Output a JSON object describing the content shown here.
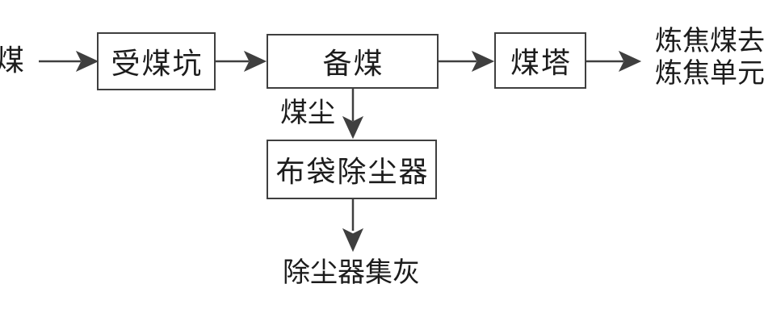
{
  "diagram": {
    "type": "flowchart",
    "language": "zh-CN",
    "background_color": "#ffffff",
    "line_color": "#3f3f3f",
    "text_color": "#1c1c1c",
    "nodes": [
      {
        "id": "coal-source",
        "kind": "label",
        "label": "煤"
      },
      {
        "id": "coal-receiving-pit",
        "kind": "box",
        "label": "受煤坑"
      },
      {
        "id": "coal-preparation",
        "kind": "box",
        "label": "备煤"
      },
      {
        "id": "coal-tower",
        "kind": "box",
        "label": "煤塔"
      },
      {
        "id": "coking-coal-output",
        "kind": "label",
        "label_line1": "炼焦煤去",
        "label_line2": "炼焦单元"
      },
      {
        "id": "bag-dust-collector",
        "kind": "box",
        "label": "布袋除尘器"
      },
      {
        "id": "dust-collector-ash",
        "kind": "label",
        "label": "除尘器集灰"
      }
    ],
    "edges": [
      {
        "from": "coal-source",
        "to": "coal-receiving-pit",
        "direction": "right"
      },
      {
        "from": "coal-receiving-pit",
        "to": "coal-preparation",
        "direction": "right"
      },
      {
        "from": "coal-preparation",
        "to": "coal-tower",
        "direction": "right"
      },
      {
        "from": "coal-tower",
        "to": "coking-coal-output",
        "direction": "right"
      },
      {
        "from": "coal-preparation",
        "to": "bag-dust-collector",
        "direction": "down",
        "label": "煤尘"
      },
      {
        "from": "bag-dust-collector",
        "to": "dust-collector-ash",
        "direction": "down"
      }
    ]
  }
}
